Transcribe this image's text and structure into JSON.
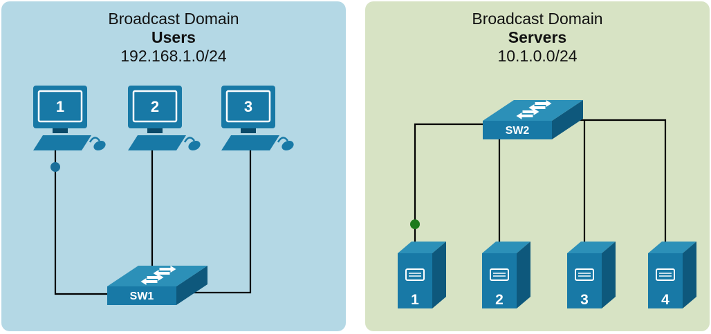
{
  "colors": {
    "users_bg": "#b4d8e5",
    "servers_bg": "#d7e3c4",
    "device": "#1879a6",
    "device_top": "#2c90b8",
    "device_side": "#0e587c",
    "device_dark": "#0b4a69",
    "users_dot": "#1a6e99",
    "servers_dot": "#1c7a1c",
    "line": "#000000",
    "text": "#111111"
  },
  "panels": {
    "users": {
      "title": "Broadcast Domain",
      "name": "Users",
      "subnet": "192.168.1.0/24",
      "switch_label": "SW1",
      "pcs": [
        {
          "label": "1"
        },
        {
          "label": "2"
        },
        {
          "label": "3"
        }
      ]
    },
    "servers": {
      "title": "Broadcast Domain",
      "name": "Servers",
      "subnet": "10.1.0.0/24",
      "switch_label": "SW2",
      "items": [
        {
          "label": "1"
        },
        {
          "label": "2"
        },
        {
          "label": "3"
        },
        {
          "label": "4"
        }
      ]
    }
  }
}
